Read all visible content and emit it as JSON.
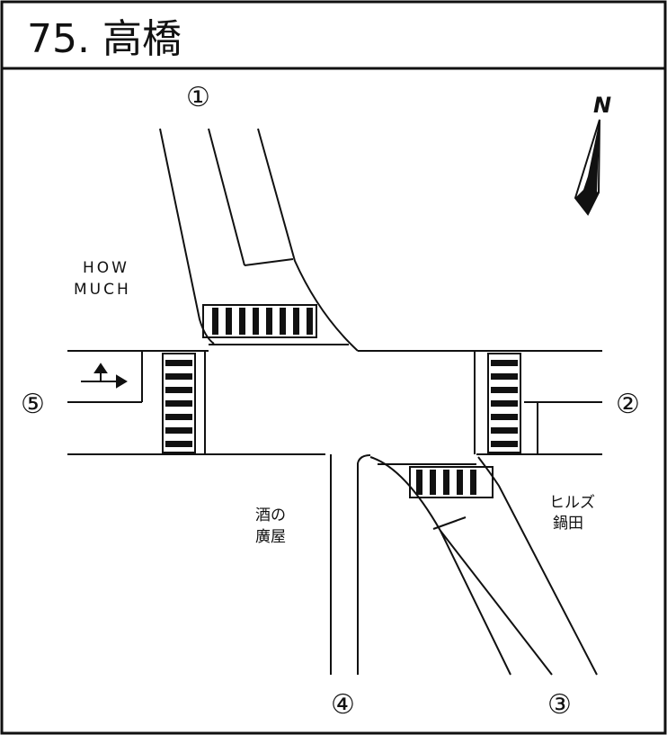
{
  "title": "75. 高橋",
  "approaches": {
    "a1": "①",
    "a2": "②",
    "a3": "③",
    "a4": "④",
    "a5": "⑤"
  },
  "landmarks": {
    "howmuch_line1": "HOW",
    "howmuch_line2": "MUCH",
    "sake_line1": "酒の",
    "sake_line2": "廣屋",
    "hills_line1": "ヒルズ",
    "hills_line2": "鍋田"
  },
  "compass": {
    "label": "N",
    "icon": "north-arrow-icon"
  },
  "lane_marking": {
    "icon": "straight-right-arrow-icon"
  },
  "colors": {
    "line": "#111111",
    "background": "#ffffff"
  }
}
